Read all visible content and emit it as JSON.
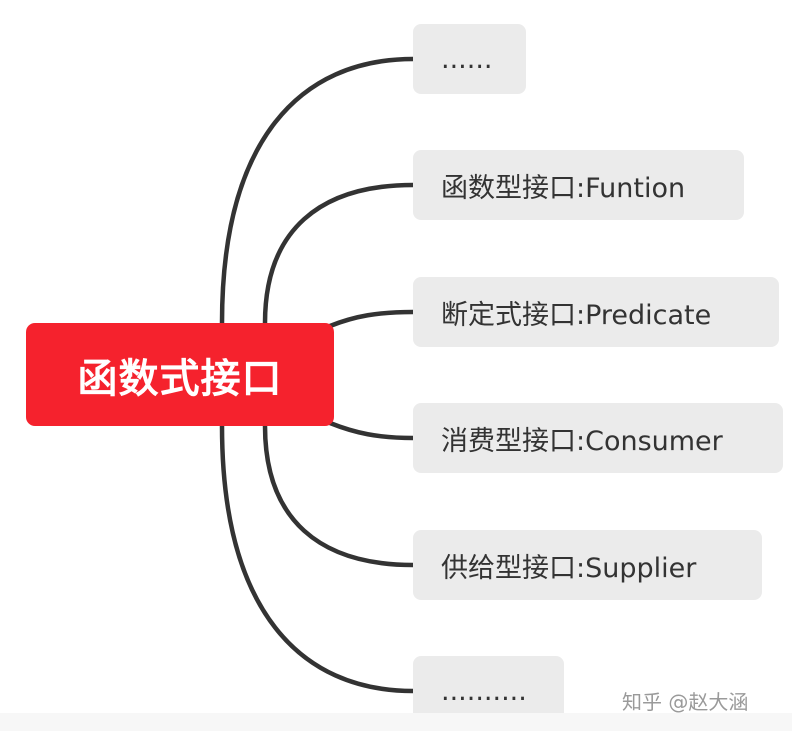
{
  "root": {
    "label": "函数式接口"
  },
  "branches": [
    {
      "label": "......"
    },
    {
      "label": "函数型接口:Funtion"
    },
    {
      "label": "断定式接口:Predicate"
    },
    {
      "label": "消费型接口:Consumer"
    },
    {
      "label": "供给型接口:Supplier"
    },
    {
      "label": ".........."
    }
  ],
  "watermark": "知乎 @赵大涵",
  "colors": {
    "root_background": "#f5222d",
    "root_text": "#ffffff",
    "branch_background": "#ebebeb",
    "branch_text": "#333333",
    "connector": "#333333"
  }
}
